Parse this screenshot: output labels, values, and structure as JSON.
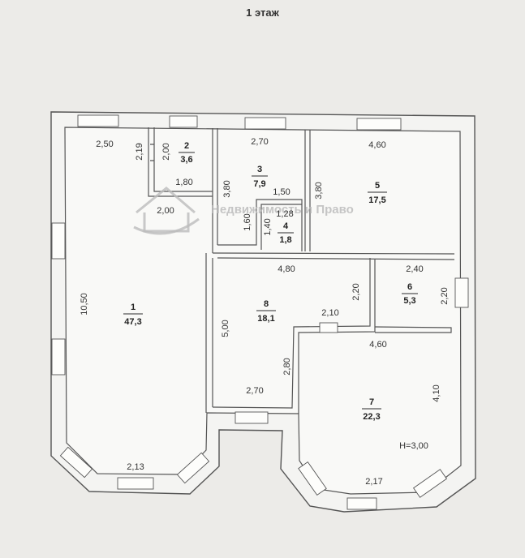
{
  "title": "1 этаж",
  "watermark": "Недвижимость и Право",
  "height_label": "H=3,00",
  "rooms": [
    {
      "number": "1",
      "area": "47,3"
    },
    {
      "number": "2",
      "area": "3,6"
    },
    {
      "number": "3",
      "area": "7,9"
    },
    {
      "number": "4",
      "area": "1,8"
    },
    {
      "number": "5",
      "area": "17,5"
    },
    {
      "number": "6",
      "area": "5,3"
    },
    {
      "number": "7",
      "area": "22,3"
    },
    {
      "number": "8",
      "area": "18,1"
    }
  ],
  "dimensions": {
    "r1_top": "2,50",
    "r1_left": "10,50",
    "r1_mid": "2,00",
    "r1_bottom": "2,13",
    "r2_width": "1,80",
    "r2_height_a": "2,19",
    "r2_height_b": "2,00",
    "r3_top": "2,70",
    "r3_left": "3,80",
    "r3_mid": "1,50",
    "r4_top": "1,28",
    "r4_left_a": "1,60",
    "r4_left_b": "1,40",
    "r5_top": "4,60",
    "r5_left": "3,80",
    "r8_top": "4,80",
    "r8_left": "5,00",
    "r8_right_top": "2,20",
    "r8_step": "2,10",
    "r8_right_bottom": "2,80",
    "r8_bottom": "2,70",
    "r6_top": "2,40",
    "r6_right": "2,20",
    "r7_top": "4,60",
    "r7_right": "4,10",
    "r7_bottom": "2,17"
  }
}
